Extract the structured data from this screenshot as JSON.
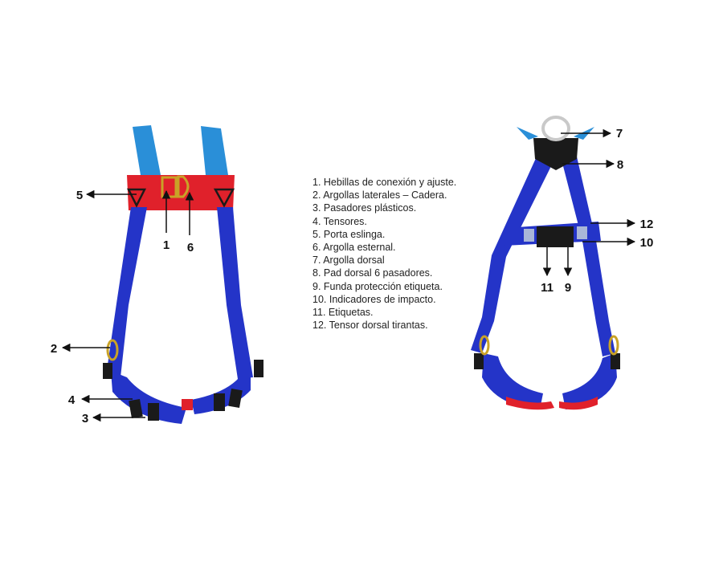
{
  "legend": [
    "1. Hebillas de conexión y ajuste.",
    "2. Argollas laterales – Cadera.",
    "3. Pasadores plásticos.",
    "4. Tensores.",
    "5. Porta eslinga.",
    "6. Argolla esternal.",
    "7. Argolla dorsal",
    "8. Pad dorsal 6 pasadores.",
    "9. Funda protección etiqueta.",
    "10. Indicadores de impacto.",
    "11. Etiquetas.",
    "12. Tensor dorsal tirantas."
  ],
  "callouts": {
    "n1": "1",
    "n2": "2",
    "n3": "3",
    "n4": "4",
    "n5": "5",
    "n6": "6",
    "n7": "7",
    "n8": "8",
    "n9": "9",
    "n10": "10",
    "n11": "11",
    "n12": "12"
  },
  "colors": {
    "webbing_blue": "#2434c8",
    "webbing_light_blue": "#2a8fd8",
    "pad_red": "#e0212b",
    "pad_dark": "#1a1a1a",
    "buckle": "#c9a227"
  }
}
